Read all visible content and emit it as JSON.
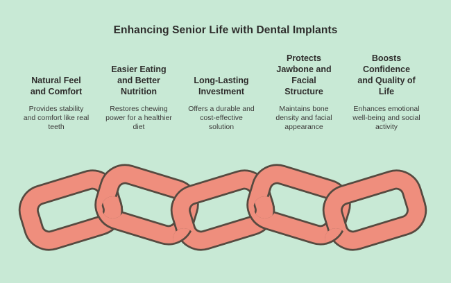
{
  "page": {
    "title": "Enhancing Senior Life with Dental Implants"
  },
  "colors": {
    "background": "#c8e9d5",
    "heading_text": "#2e2d2c",
    "body_text": "#3c3b3a",
    "chain_fill": "#ef8e7d",
    "chain_outline": "#564a40"
  },
  "benefits": [
    {
      "heading": "Natural Feel\nand Comfort",
      "description": "Provides stability\nand comfort like real\nteeth"
    },
    {
      "heading": "Easier Eating\nand Better\nNutrition",
      "description": "Restores chewing\npower for a healthier\ndiet"
    },
    {
      "heading": "Long-Lasting\nInvestment",
      "description": "Offers a durable and\ncost-effective\nsolution"
    },
    {
      "heading": "Protects\nJawbone and\nFacial\nStructure",
      "description": "Maintains bone\ndensity and facial\nappearance"
    },
    {
      "heading": "Boosts\nConfidence\nand Quality of\nLife",
      "description": "Enhances emotional\nwell-being and social\nactivity"
    }
  ],
  "chain": {
    "description": "five interlocked chain links",
    "link_count": 5
  }
}
